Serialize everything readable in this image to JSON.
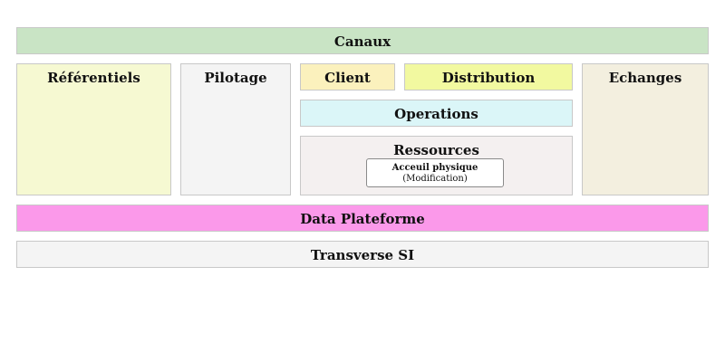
{
  "blocks": {
    "canaux": {
      "label": "Canaux",
      "color": "#c9e4c5"
    },
    "referentiels": {
      "label": "Référentiels",
      "color": "#f6f9d2"
    },
    "pilotage": {
      "label": "Pilotage",
      "color": "#f4f4f4"
    },
    "client": {
      "label": "Client",
      "color": "#fbf1bd"
    },
    "distribution": {
      "label": "Distribution",
      "color": "#f2f9a0"
    },
    "operations": {
      "label": "Operations",
      "color": "#dbf6f8"
    },
    "ressources": {
      "label": "Ressources",
      "color": "#f4f0f0",
      "sub": {
        "label": "Acceuil physique",
        "note": "(Modification)"
      }
    },
    "echanges": {
      "label": "Echanges",
      "color": "#f3efdf"
    },
    "data": {
      "label": "Data Plateforme",
      "color": "#fb99ea"
    },
    "transverse": {
      "label": "Transverse SI",
      "color": "#f4f4f4"
    }
  }
}
